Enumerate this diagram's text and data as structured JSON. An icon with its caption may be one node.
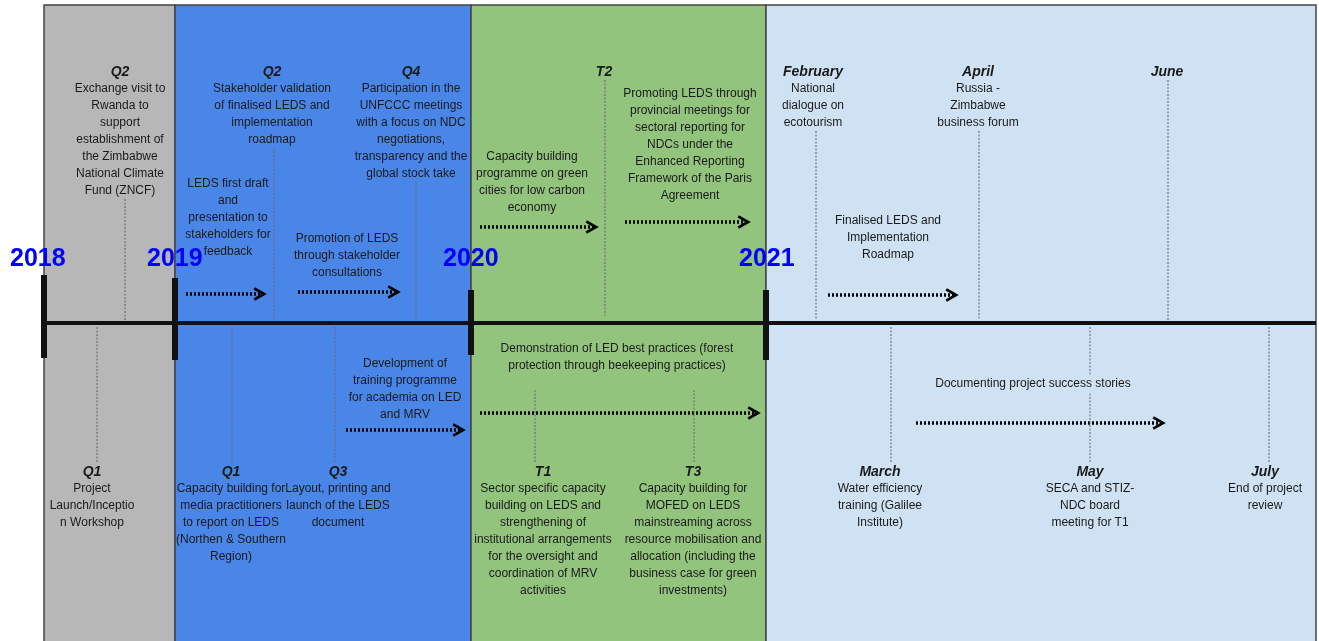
{
  "diagram": {
    "nodes": [
      {
        "text": [
          "Q2",
          "Exchange visit to Rwanda to support establishment of the Zimbabwe National Climate Fund (ZNCF)"
        ]
      },
      {
        "text": [
          "LEDS first draft and presentation to stakeholders for feedback"
        ]
      },
      {
        "text": [
          "Q2",
          "Stakeholder validation of finalised LEDS and implementation roadmap"
        ]
      },
      {
        "text": [
          "Promotion of LEDS through stakeholder consultations"
        ]
      },
      {
        "text": [
          "Q4",
          "Participation in the UNFCCC meetings with a focus on NDC negotiations, transparency and the global stock take"
        ]
      },
      {
        "text": [
          "Capacity building programme on green cities for low carbon economy"
        ]
      },
      {
        "text": [
          "T2"
        ]
      },
      {
        "text": [
          "Promoting LEDS through provincial meetings for sectoral reporting for NDCs under the Enhanced Reporting Framework of the Paris Agreement"
        ]
      },
      {
        "text": [
          "February",
          "National dialogue on ecotourism"
        ]
      },
      {
        "text": [
          "Finalised LEDS and Implementation Roadmap"
        ]
      },
      {
        "text": [
          "April",
          "Russia - Zimbabwe business forum"
        ]
      },
      {
        "text": [
          "June"
        ]
      },
      {
        "text": [
          "Demonstration of LED best practices (forest protection through beekeeping practices)"
        ]
      },
      {
        "text": [
          "Development of training programme for academia on LED and MRV"
        ]
      },
      {
        "text": [
          "Documenting project success stories"
        ]
      },
      {
        "text": [
          "Q1",
          "Project Launch/Inceptio n Workshop"
        ]
      },
      {
        "text": [
          "Q1",
          "Capacity building for media practitioners to report on LEDS (Northen & Southern Region)"
        ]
      },
      {
        "text": [
          "Q3",
          "Layout, printing and launch of the LEDS document"
        ]
      },
      {
        "text": [
          "T1",
          "Sector specific capacity building on LEDS and strengthening of institutional arrangements for the oversight and coordination of MRV activities"
        ]
      },
      {
        "text": [
          "T3",
          "Capacity building for MOFED on LEDS mainstreaming across resource mobilisation and allocation (including the business case for green investments)"
        ]
      },
      {
        "text": [
          "March",
          "Water efficiency training (Galilee Institute)"
        ]
      },
      {
        "text": [
          "May",
          "SECA and STIZ-NDC board meeting for T1"
        ]
      },
      {
        "text": [
          "July",
          "End of project review"
        ]
      }
    ],
    "edges": [
      {
        "from": 0,
        "to": null,
        "arrow": "none",
        "style": "dashed"
      },
      {
        "from": 2,
        "to": null,
        "arrow": "none",
        "style": "dashed"
      },
      {
        "from": 4,
        "to": null,
        "arrow": "none",
        "style": "dashed"
      },
      {
        "from": 6,
        "to": null,
        "arrow": "none",
        "style": "dashed"
      },
      {
        "from": 8,
        "to": null,
        "arrow": "none",
        "style": "dashed"
      },
      {
        "from": 10,
        "to": null,
        "arrow": "none",
        "style": "dashed"
      },
      {
        "from": 11,
        "to": null,
        "arrow": "none",
        "style": "dashed"
      },
      {
        "from": 15,
        "to": null,
        "arrow": "none",
        "style": "dashed"
      },
      {
        "from": 16,
        "to": null,
        "arrow": "none",
        "style": "dashed"
      },
      {
        "from": 17,
        "to": null,
        "arrow": "none",
        "style": "dashed"
      },
      {
        "from": 18,
        "to": null,
        "arrow": "none",
        "style": "dashed"
      },
      {
        "from": 19,
        "to": null,
        "arrow": "none",
        "style": "dashed"
      },
      {
        "from": 20,
        "to": null,
        "arrow": "none",
        "style": "dashed"
      },
      {
        "from": 21,
        "to": null,
        "arrow": "none",
        "style": "dashed"
      },
      {
        "from": 22,
        "to": null,
        "arrow": "none",
        "style": "dashed"
      }
    ],
    "labels": [
      "2018",
      "2019",
      "2020",
      "2021"
    ]
  }
}
